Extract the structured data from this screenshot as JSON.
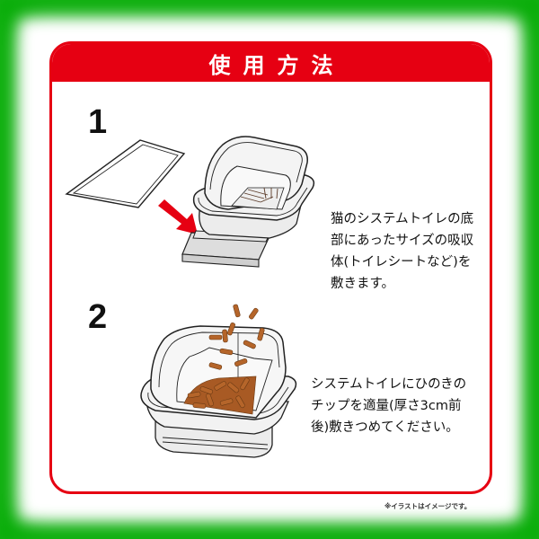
{
  "title": "使用方法",
  "colors": {
    "frame_green": "#0aae0a",
    "accent_red": "#e60012",
    "chip_brown": "#b5652a",
    "text": "#111111"
  },
  "steps": [
    {
      "number": "1",
      "description_lines": [
        "猫のシステムトイレの底",
        "部にあったサイズの吸収",
        "体(トイレシートなど)を",
        "敷きます。"
      ],
      "illustration": "litter-box-with-sheet-tray-icon"
    },
    {
      "number": "2",
      "description_lines": [
        "システムトイレにひのきの",
        "チップを適量(厚さ3cm前",
        "後)敷きつめてください。"
      ],
      "illustration": "litter-box-with-wood-chips-icon"
    }
  ],
  "footnote": "※イラストはイメージです。"
}
